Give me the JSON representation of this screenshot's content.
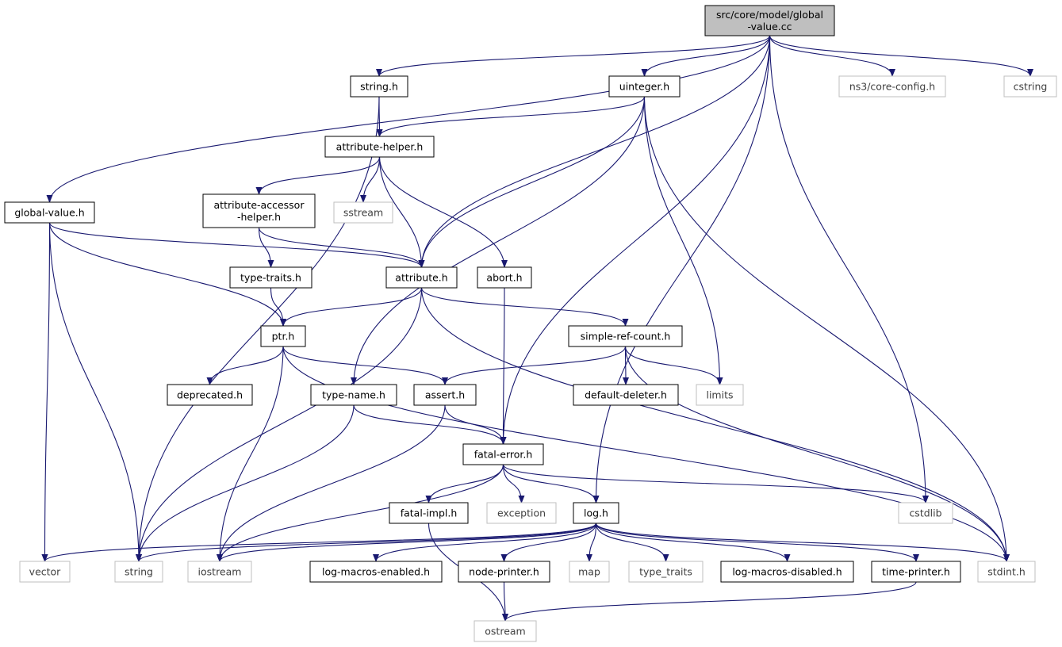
{
  "title_line1": "src/core/model/global",
  "title_line2": "-value.cc",
  "colors": {
    "edge": "#191970",
    "root_fill": "#bfbfbf",
    "project_border": "#000000",
    "external_border": "#bfbfbf",
    "external_text": "#404040"
  },
  "nodes": {
    "global_value_cc": {
      "lines": [
        "src/core/model/global",
        "-value.cc"
      ],
      "kind": "root"
    },
    "string_h": {
      "lines": [
        "string.h"
      ],
      "kind": "project"
    },
    "uinteger_h": {
      "lines": [
        "uinteger.h"
      ],
      "kind": "project"
    },
    "core_config_h": {
      "lines": [
        "ns3/core-config.h"
      ],
      "kind": "external"
    },
    "cstring": {
      "lines": [
        "cstring"
      ],
      "kind": "external"
    },
    "attribute_helper_h": {
      "lines": [
        "attribute-helper.h"
      ],
      "kind": "project"
    },
    "global_value_h": {
      "lines": [
        "global-value.h"
      ],
      "kind": "project"
    },
    "attribute_accessor_helper_h": {
      "lines": [
        "attribute-accessor",
        "-helper.h"
      ],
      "kind": "project"
    },
    "sstream": {
      "lines": [
        "sstream"
      ],
      "kind": "external"
    },
    "type_traits_h": {
      "lines": [
        "type-traits.h"
      ],
      "kind": "project"
    },
    "attribute_h": {
      "lines": [
        "attribute.h"
      ],
      "kind": "project"
    },
    "abort_h": {
      "lines": [
        "abort.h"
      ],
      "kind": "project"
    },
    "ptr_h": {
      "lines": [
        "ptr.h"
      ],
      "kind": "project"
    },
    "simple_ref_count_h": {
      "lines": [
        "simple-ref-count.h"
      ],
      "kind": "project"
    },
    "deprecated_h": {
      "lines": [
        "deprecated.h"
      ],
      "kind": "project"
    },
    "type_name_h": {
      "lines": [
        "type-name.h"
      ],
      "kind": "project"
    },
    "assert_h": {
      "lines": [
        "assert.h"
      ],
      "kind": "project"
    },
    "default_deleter_h": {
      "lines": [
        "default-deleter.h"
      ],
      "kind": "project"
    },
    "limits": {
      "lines": [
        "limits"
      ],
      "kind": "external"
    },
    "fatal_error_h": {
      "lines": [
        "fatal-error.h"
      ],
      "kind": "project"
    },
    "fatal_impl_h": {
      "lines": [
        "fatal-impl.h"
      ],
      "kind": "project"
    },
    "exception": {
      "lines": [
        "exception"
      ],
      "kind": "external"
    },
    "log_h": {
      "lines": [
        "log.h"
      ],
      "kind": "project"
    },
    "cstdlib": {
      "lines": [
        "cstdlib"
      ],
      "kind": "external"
    },
    "vector": {
      "lines": [
        "vector"
      ],
      "kind": "external"
    },
    "string": {
      "lines": [
        "string"
      ],
      "kind": "external"
    },
    "iostream": {
      "lines": [
        "iostream"
      ],
      "kind": "external"
    },
    "log_macros_enabled_h": {
      "lines": [
        "log-macros-enabled.h"
      ],
      "kind": "project"
    },
    "node_printer_h": {
      "lines": [
        "node-printer.h"
      ],
      "kind": "project"
    },
    "map": {
      "lines": [
        "map"
      ],
      "kind": "external"
    },
    "type_traits": {
      "lines": [
        "type_traits"
      ],
      "kind": "external"
    },
    "log_macros_disabled_h": {
      "lines": [
        "log-macros-disabled.h"
      ],
      "kind": "project"
    },
    "time_printer_h": {
      "lines": [
        "time-printer.h"
      ],
      "kind": "project"
    },
    "stdint_h": {
      "lines": [
        "stdint.h"
      ],
      "kind": "external"
    },
    "ostream": {
      "lines": [
        "ostream"
      ],
      "kind": "external"
    }
  },
  "edges": [
    [
      "global_value_cc",
      "string_h"
    ],
    [
      "global_value_cc",
      "uinteger_h"
    ],
    [
      "global_value_cc",
      "core_config_h"
    ],
    [
      "global_value_cc",
      "cstring"
    ],
    [
      "global_value_cc",
      "global_value_h"
    ],
    [
      "global_value_cc",
      "attribute_h"
    ],
    [
      "global_value_cc",
      "fatal_error_h"
    ],
    [
      "global_value_cc",
      "log_h"
    ],
    [
      "global_value_cc",
      "cstdlib"
    ],
    [
      "string_h",
      "attribute_helper_h"
    ],
    [
      "string_h",
      "string"
    ],
    [
      "uinteger_h",
      "attribute_helper_h"
    ],
    [
      "uinteger_h",
      "attribute_h"
    ],
    [
      "uinteger_h",
      "type_name_h"
    ],
    [
      "uinteger_h",
      "limits"
    ],
    [
      "uinteger_h",
      "stdint_h"
    ],
    [
      "attribute_helper_h",
      "attribute_accessor_helper_h"
    ],
    [
      "attribute_helper_h",
      "sstream"
    ],
    [
      "attribute_helper_h",
      "attribute_h"
    ],
    [
      "attribute_helper_h",
      "abort_h"
    ],
    [
      "global_value_h",
      "attribute_h"
    ],
    [
      "global_value_h",
      "ptr_h"
    ],
    [
      "global_value_h",
      "vector"
    ],
    [
      "global_value_h",
      "string"
    ],
    [
      "attribute_accessor_helper_h",
      "type_traits_h"
    ],
    [
      "attribute_accessor_helper_h",
      "attribute_h"
    ],
    [
      "type_traits_h",
      "ptr_h"
    ],
    [
      "attribute_h",
      "ptr_h"
    ],
    [
      "attribute_h",
      "simple_ref_count_h"
    ],
    [
      "attribute_h",
      "string"
    ],
    [
      "attribute_h",
      "stdint_h"
    ],
    [
      "abort_h",
      "fatal_error_h"
    ],
    [
      "ptr_h",
      "deprecated_h"
    ],
    [
      "ptr_h",
      "assert_h"
    ],
    [
      "ptr_h",
      "iostream"
    ],
    [
      "ptr_h",
      "stdint_h"
    ],
    [
      "simple_ref_count_h",
      "assert_h"
    ],
    [
      "simple_ref_count_h",
      "default_deleter_h"
    ],
    [
      "simple_ref_count_h",
      "limits"
    ],
    [
      "simple_ref_count_h",
      "stdint_h"
    ],
    [
      "type_name_h",
      "fatal_error_h"
    ],
    [
      "type_name_h",
      "string"
    ],
    [
      "assert_h",
      "fatal_error_h"
    ],
    [
      "assert_h",
      "iostream"
    ],
    [
      "fatal_error_h",
      "fatal_impl_h"
    ],
    [
      "fatal_error_h",
      "exception"
    ],
    [
      "fatal_error_h",
      "log_h"
    ],
    [
      "fatal_error_h",
      "cstdlib"
    ],
    [
      "fatal_error_h",
      "iostream"
    ],
    [
      "fatal_impl_h",
      "ostream"
    ],
    [
      "log_h",
      "vector"
    ],
    [
      "log_h",
      "string"
    ],
    [
      "log_h",
      "iostream"
    ],
    [
      "log_h",
      "log_macros_enabled_h"
    ],
    [
      "log_h",
      "node_printer_h"
    ],
    [
      "log_h",
      "map"
    ],
    [
      "log_h",
      "type_traits"
    ],
    [
      "log_h",
      "log_macros_disabled_h"
    ],
    [
      "log_h",
      "time_printer_h"
    ],
    [
      "log_h",
      "stdint_h"
    ],
    [
      "node_printer_h",
      "ostream"
    ],
    [
      "time_printer_h",
      "ostream"
    ]
  ]
}
